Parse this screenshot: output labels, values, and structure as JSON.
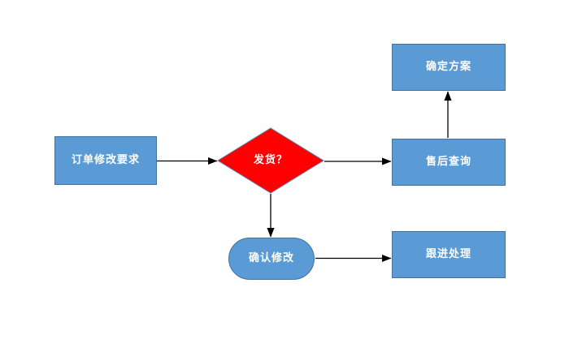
{
  "diagram": {
    "type": "flowchart",
    "nodes": {
      "order_request": {
        "label": "订单修改要求",
        "shape": "rectangle"
      },
      "shipped_decision": {
        "label": "发货？",
        "shape": "diamond"
      },
      "confirm_plan": {
        "label": "确定方案",
        "shape": "rectangle"
      },
      "aftersales_query": {
        "label": "售后查询",
        "shape": "rectangle"
      },
      "confirm_modify": {
        "label": "确认修改",
        "shape": "stadium"
      },
      "follow_up": {
        "label": "跟进处理",
        "shape": "rectangle"
      }
    },
    "edges": [
      {
        "from": "order_request",
        "to": "shipped_decision",
        "label": ""
      },
      {
        "from": "shipped_decision",
        "to": "aftersales_query",
        "label": ""
      },
      {
        "from": "aftersales_query",
        "to": "confirm_plan",
        "label": ""
      },
      {
        "from": "shipped_decision",
        "to": "confirm_modify",
        "label": ""
      },
      {
        "from": "confirm_modify",
        "to": "follow_up",
        "label": ""
      }
    ],
    "colors": {
      "background": "#ffffff",
      "node_fill": "#5B9BD5",
      "node_border": "#41719C",
      "decision_fill": "#FF0000",
      "decision_border": "#5C84AC",
      "text": "#ffffff",
      "arrow": "#000000"
    }
  }
}
